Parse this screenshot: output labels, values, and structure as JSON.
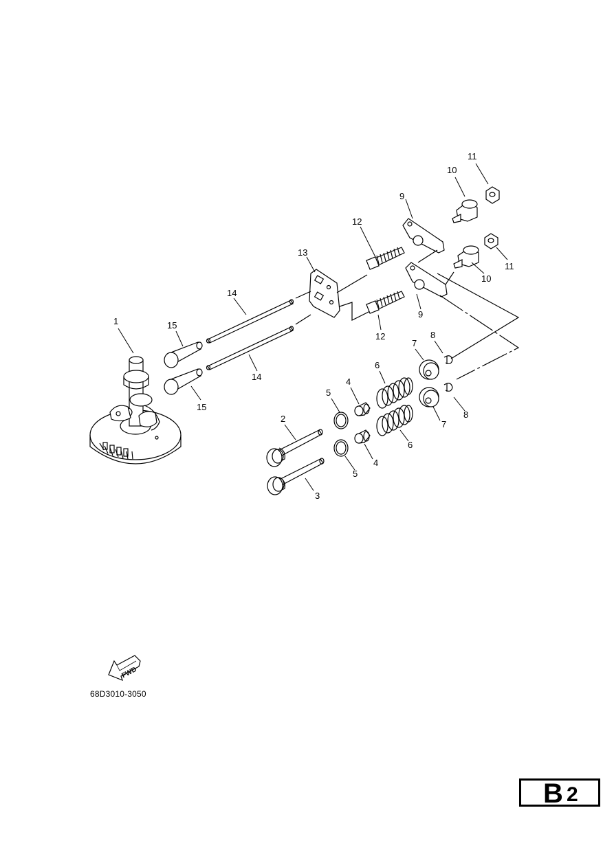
{
  "labels": {
    "l1": "1",
    "l2": "2",
    "l3": "3",
    "l4a": "4",
    "l4b": "4",
    "l5a": "5",
    "l5b": "5",
    "l6a": "6",
    "l6b": "6",
    "l7a": "7",
    "l7b": "7",
    "l8a": "8",
    "l8b": "8",
    "l9a": "9",
    "l9b": "9",
    "l10a": "10",
    "l10b": "10",
    "l11a": "11",
    "l11b": "11",
    "l12a": "12",
    "l12b": "12",
    "l13": "13",
    "l14a": "14",
    "l14b": "14",
    "l15a": "15",
    "l15b": "15"
  },
  "fwd_label": "FWD",
  "figure_code": "68D3010-3050",
  "section": {
    "letter": "B",
    "number": "2"
  },
  "icons": {
    "fwd_arrow": "fwd-arrow-icon"
  }
}
